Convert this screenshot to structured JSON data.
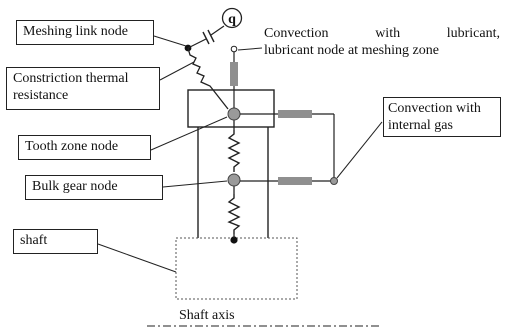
{
  "labels": {
    "meshing_link_node": "Meshing link node",
    "q_symbol": "q",
    "convection_lubricant_line1_a": "Convection",
    "convection_lubricant_line1_b": "with",
    "convection_lubricant_line1_c": "lubricant,",
    "convection_lubricant_line2": "lubricant node at meshing zone",
    "constriction_line1": "Constriction thermal",
    "constriction_line2": "resistance",
    "convection_gas_line1": "Convection with",
    "convection_gas_line2": "internal gas",
    "tooth_zone_node": "Tooth zone node",
    "bulk_gear_node": "Bulk gear node",
    "shaft": "shaft",
    "shaft_axis": "Shaft axis"
  },
  "colors": {
    "line": "#222222",
    "node_fill": "#9a9a9a",
    "convection_block": "#8f8f8f",
    "shaft_dotted": "#555555"
  }
}
